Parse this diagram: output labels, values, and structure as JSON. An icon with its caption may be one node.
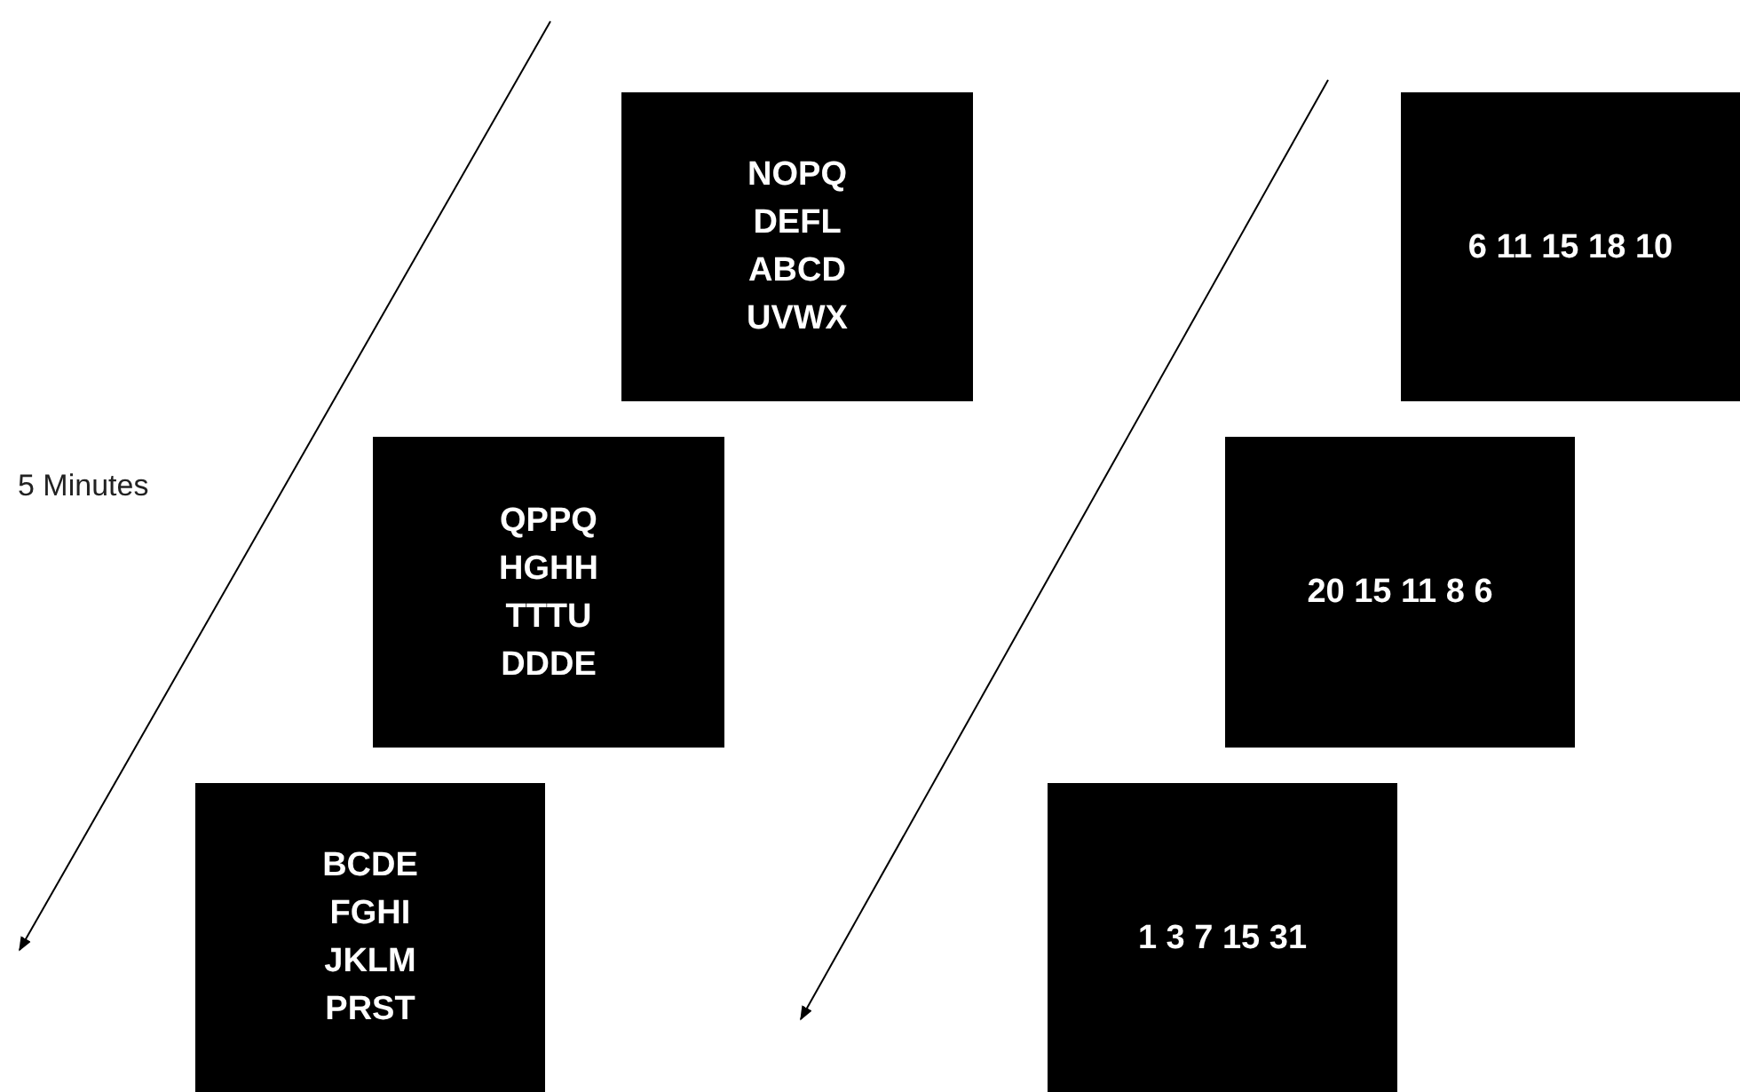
{
  "diagram": {
    "nodes": [
      {
        "text": [
          "NOPQ DEFL ABCD UVWX"
        ]
      },
      {
        "text": [
          "6 11 15 18 10"
        ]
      },
      {
        "text": [
          "QPPQ HGHH TTTU DDDE"
        ]
      },
      {
        "text": [
          "20 15 11 8 6"
        ]
      },
      {
        "text": [
          "BCDE FGHI JKLM PRST"
        ]
      },
      {
        "text": [
          "1 3 7 15 31"
        ]
      }
    ],
    "labels": [
      "5 Minutes"
    ]
  }
}
